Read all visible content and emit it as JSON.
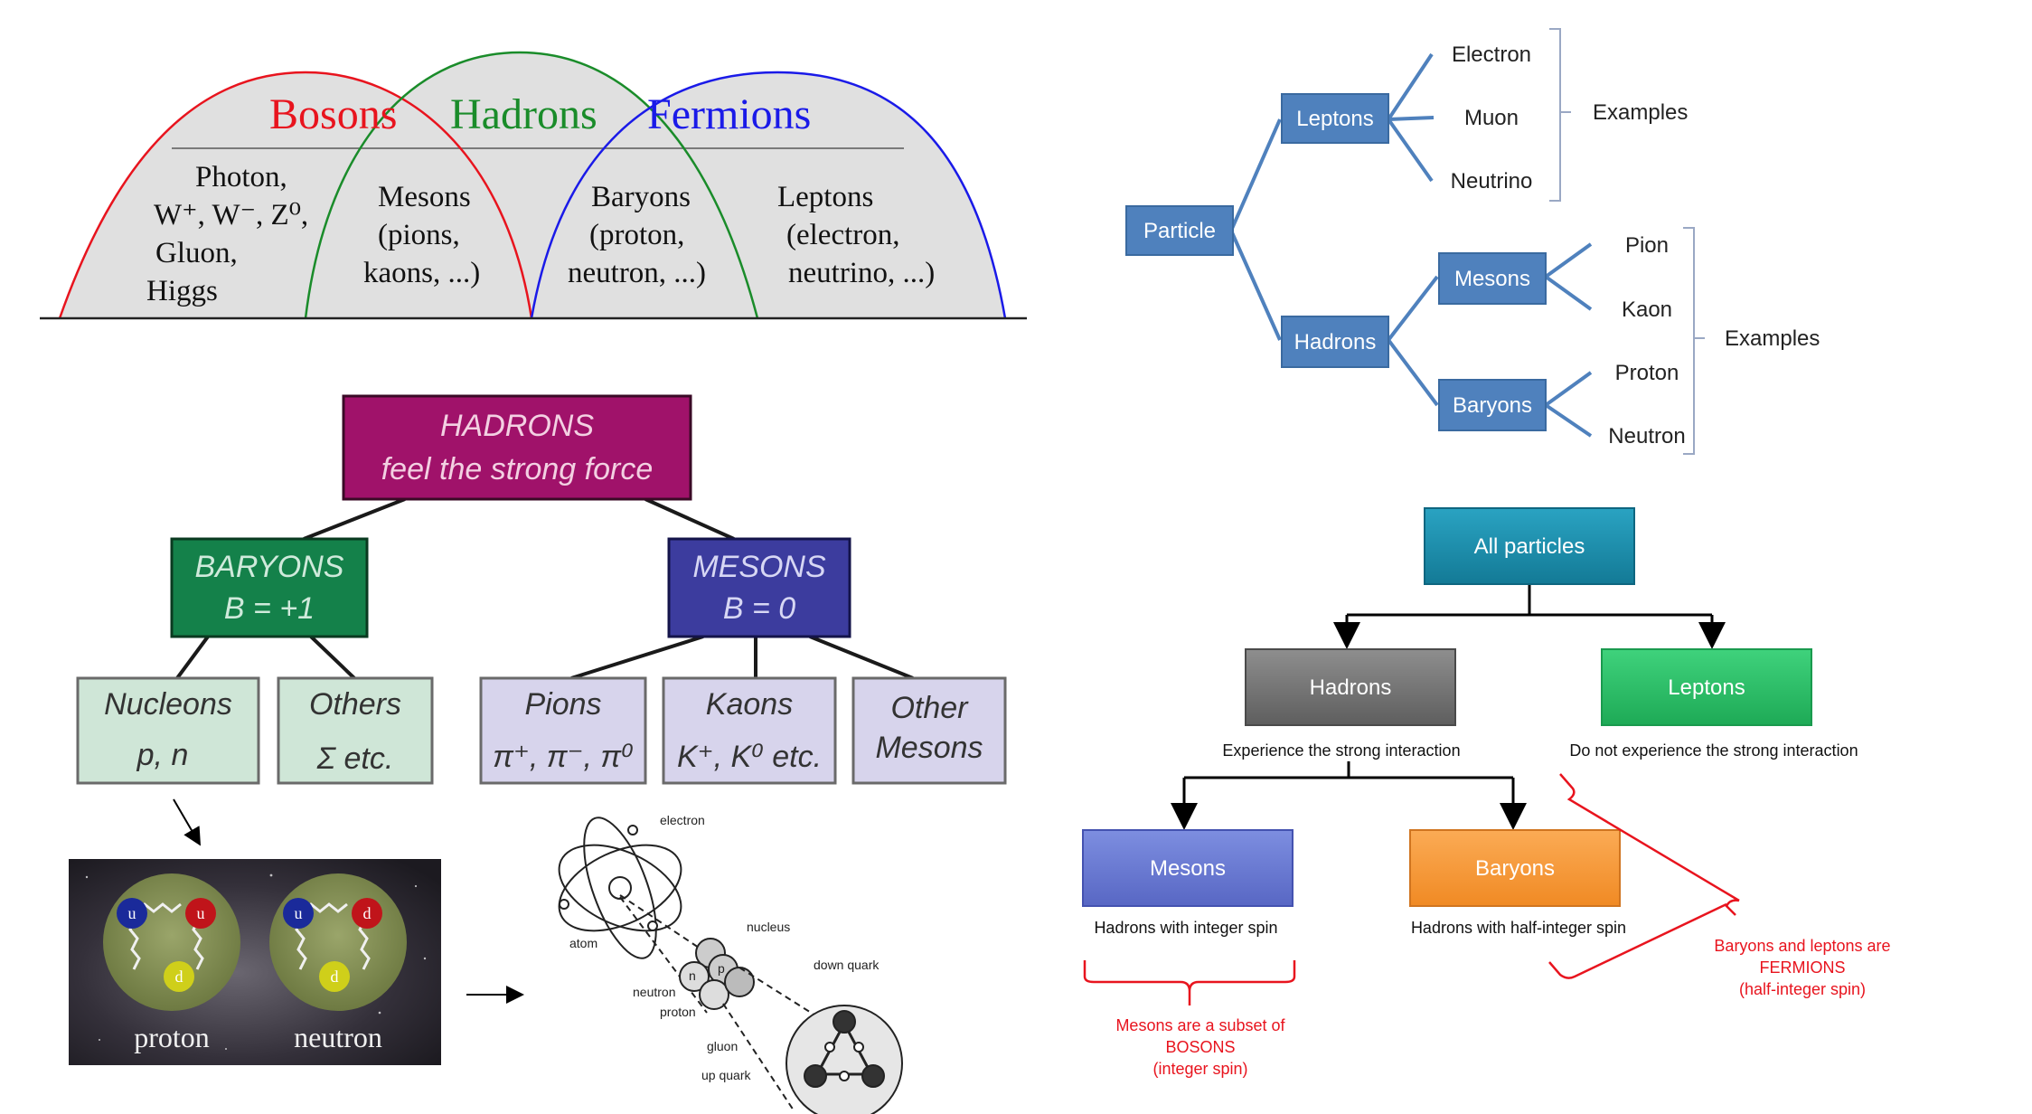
{
  "venn": {
    "bosons": "Bosons",
    "hadrons": "Hadrons",
    "fermions": "Fermions",
    "photon": "Photon,",
    "w_line": "W⁺, W⁻, Z⁰,",
    "gluon": "Gluon,",
    "higgs": "Higgs",
    "mesons": "Mesons",
    "mesons_ex1": "(pions,",
    "mesons_ex2": "kaons, ...)",
    "baryons": "Baryons",
    "baryons_ex1": "(proton,",
    "baryons_ex2": "neutron, ...)",
    "leptons": "Leptons",
    "leptons_ex1": "(electron,",
    "leptons_ex2": "neutrino, ...)",
    "colors": {
      "bosons": "#e8141e",
      "hadrons": "#1a8c2a",
      "fermions": "#1a1ae8",
      "fill": "#e0e0e0"
    }
  },
  "tree": {
    "particle": "Particle",
    "leptons": "Leptons",
    "hadrons": "Hadrons",
    "mesons": "Mesons",
    "baryons": "Baryons",
    "electron": "Electron",
    "muon": "Muon",
    "neutrino": "Neutrino",
    "pion": "Pion",
    "kaon": "Kaon",
    "proton": "Proton",
    "neutron": "Neutron",
    "examples_top": "Examples",
    "examples_bottom": "Examples",
    "box_color": "#4f81bd"
  },
  "hadron_chart": {
    "title1": "HADRONS",
    "title2": "feel the strong force",
    "baryons1": "BARYONS",
    "baryons2": "B = +1",
    "mesons1": "MESONS",
    "mesons2": "B = 0",
    "nucleons1": "Nucleons",
    "nucleons2": "p, n",
    "others1": "Others",
    "others2": "Σ etc.",
    "pions1": "Pions",
    "pions2": "π⁺, π⁻, π⁰",
    "kaons1": "Kaons",
    "kaons2": "K⁺, K⁰ etc.",
    "other_mesons1": "Other",
    "other_mesons2": "Mesons",
    "colors": {
      "hadrons": "#a0126a",
      "baryons": "#14814a",
      "mesons": "#3c3c9e",
      "nucleon_box": "#cfe6d7",
      "meson_box": "#d7d4ec"
    }
  },
  "quark_image": {
    "proton": "proton",
    "neutron": "neutron",
    "u": "u",
    "d": "d"
  },
  "atom": {
    "electron": "electron",
    "atom": "atom",
    "nucleus": "nucleus",
    "neutron": "neutron",
    "proton": "proton",
    "down_quark": "down quark",
    "gluon": "gluon",
    "up_quark": "up quark",
    "n": "n",
    "p": "p"
  },
  "flow": {
    "all": "All particles",
    "hadrons": "Hadrons",
    "leptons": "Leptons",
    "mesons": "Mesons",
    "baryons": "Baryons",
    "hadrons_note": "Experience the strong interaction",
    "leptons_note": "Do not experience the strong interaction",
    "mesons_note": "Hadrons with integer spin",
    "baryons_note": "Hadrons with half-integer spin",
    "bosons_note1": "Mesons are a subset of",
    "bosons_note2": "BOSONS",
    "bosons_note3": "(integer spin)",
    "fermions_note1": "Baryons and leptons are",
    "fermions_note2": "FERMIONS",
    "fermions_note3": "(half-integer spin)",
    "colors": {
      "all": "#1f8aa8",
      "hadrons": "#7a7a7a",
      "leptons": "#2ec46a",
      "mesons": "#6f7fd8",
      "baryons": "#f79a3c",
      "note": "#e8141e"
    }
  }
}
